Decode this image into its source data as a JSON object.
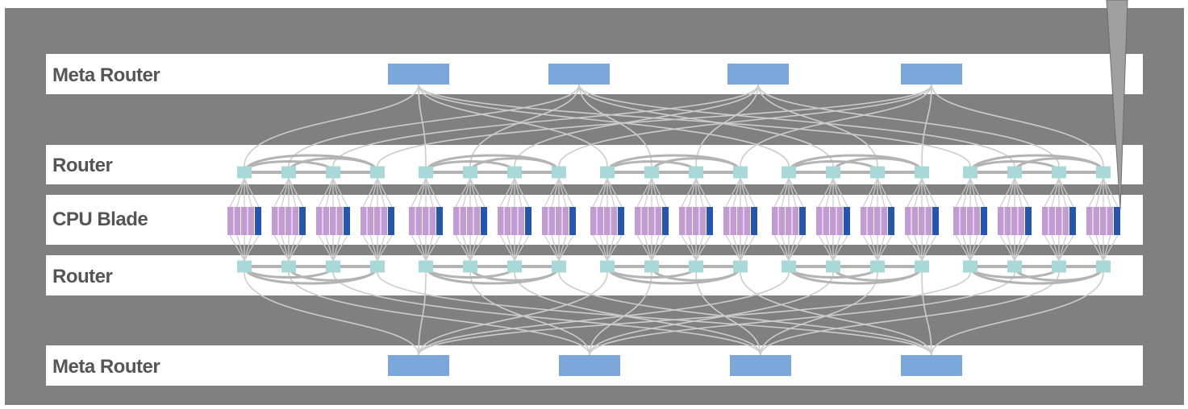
{
  "labels": {
    "meta_router_top": "Meta Router",
    "router_top": "Router",
    "cpu_blade": "CPU Blade",
    "router_bottom": "Router",
    "meta_router_bottom": "Meta Router"
  },
  "counts": {
    "meta_routers_per_row": 4,
    "routers_per_row": 20,
    "cpu_blades": 20
  },
  "colors": {
    "frame": "#808080",
    "band": "#ffffff",
    "label_text": "#555555",
    "meta_router": "#7ba7da",
    "router": "#a8d8d8",
    "cpu_blade": "#c39bd3",
    "cpu_blade_accent": "#2456b0",
    "link": "#cccccc",
    "bundle_link": "#b3b3b3",
    "pointer": "#a0a0a0"
  }
}
